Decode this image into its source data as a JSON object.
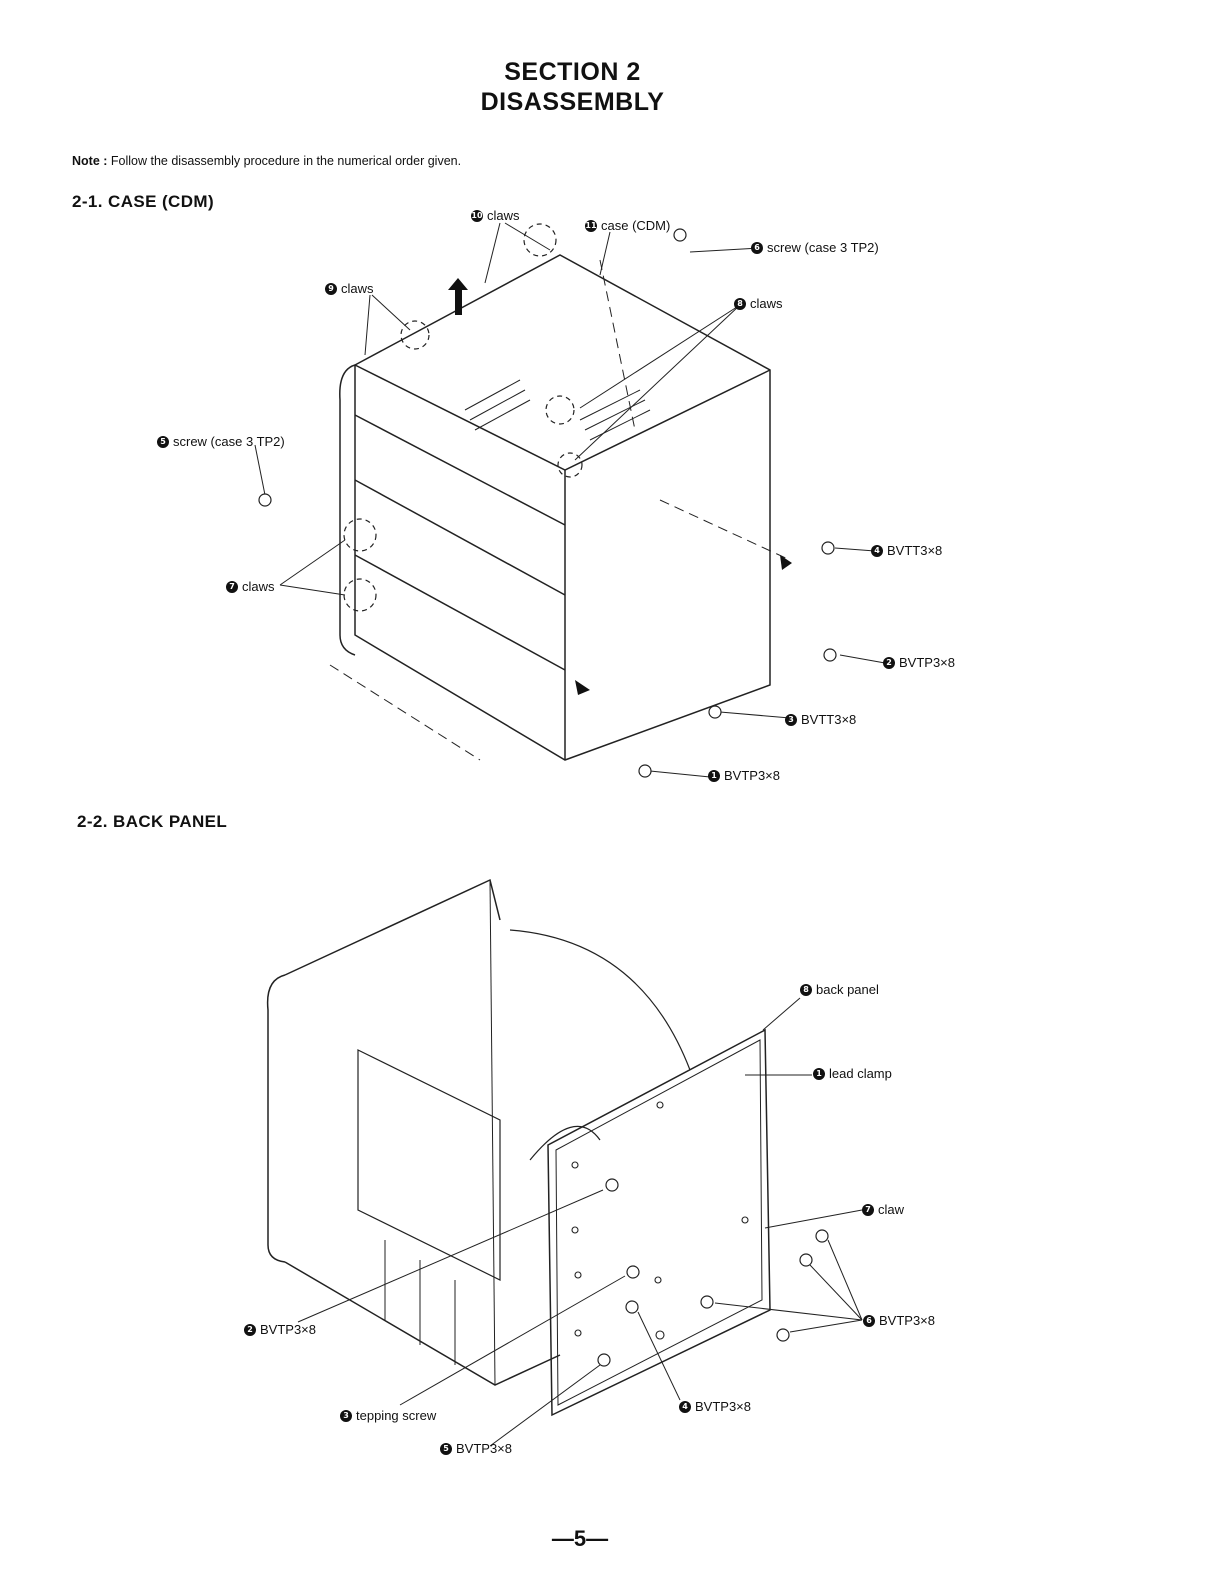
{
  "section": {
    "number_line": "SECTION 2",
    "title_line": "DISASSEMBLY"
  },
  "note": {
    "label": "Note :",
    "text": "Follow the disassembly procedure in the numerical order given."
  },
  "sections": [
    {
      "heading": "2-1.  CASE (CDM)",
      "callouts": [
        {
          "num": "10",
          "text": "claws"
        },
        {
          "num": "11",
          "text": "case (CDM)"
        },
        {
          "num": "6",
          "text": "screw (case 3 TP2)"
        },
        {
          "num": "9",
          "text": "claws"
        },
        {
          "num": "8",
          "text": "claws"
        },
        {
          "num": "5",
          "text": "screw (case 3 TP2)"
        },
        {
          "num": "4",
          "text": "BVTT3×8"
        },
        {
          "num": "7",
          "text": "claws"
        },
        {
          "num": "2",
          "text": "BVTP3×8"
        },
        {
          "num": "3",
          "text": "BVTT3×8"
        },
        {
          "num": "1",
          "text": "BVTP3×8"
        }
      ]
    },
    {
      "heading": "2-2.  BACK PANEL",
      "callouts": [
        {
          "num": "8",
          "text": "back panel"
        },
        {
          "num": "1",
          "text": "lead clamp"
        },
        {
          "num": "7",
          "text": "claw"
        },
        {
          "num": "6",
          "text": "BVTP3×8"
        },
        {
          "num": "2",
          "text": "BVTP3×8"
        },
        {
          "num": "4",
          "text": "BVTP3×8"
        },
        {
          "num": "3",
          "text": "tepping screw"
        },
        {
          "num": "5",
          "text": "BVTP3×8"
        }
      ]
    }
  ],
  "page_number": "—5—"
}
